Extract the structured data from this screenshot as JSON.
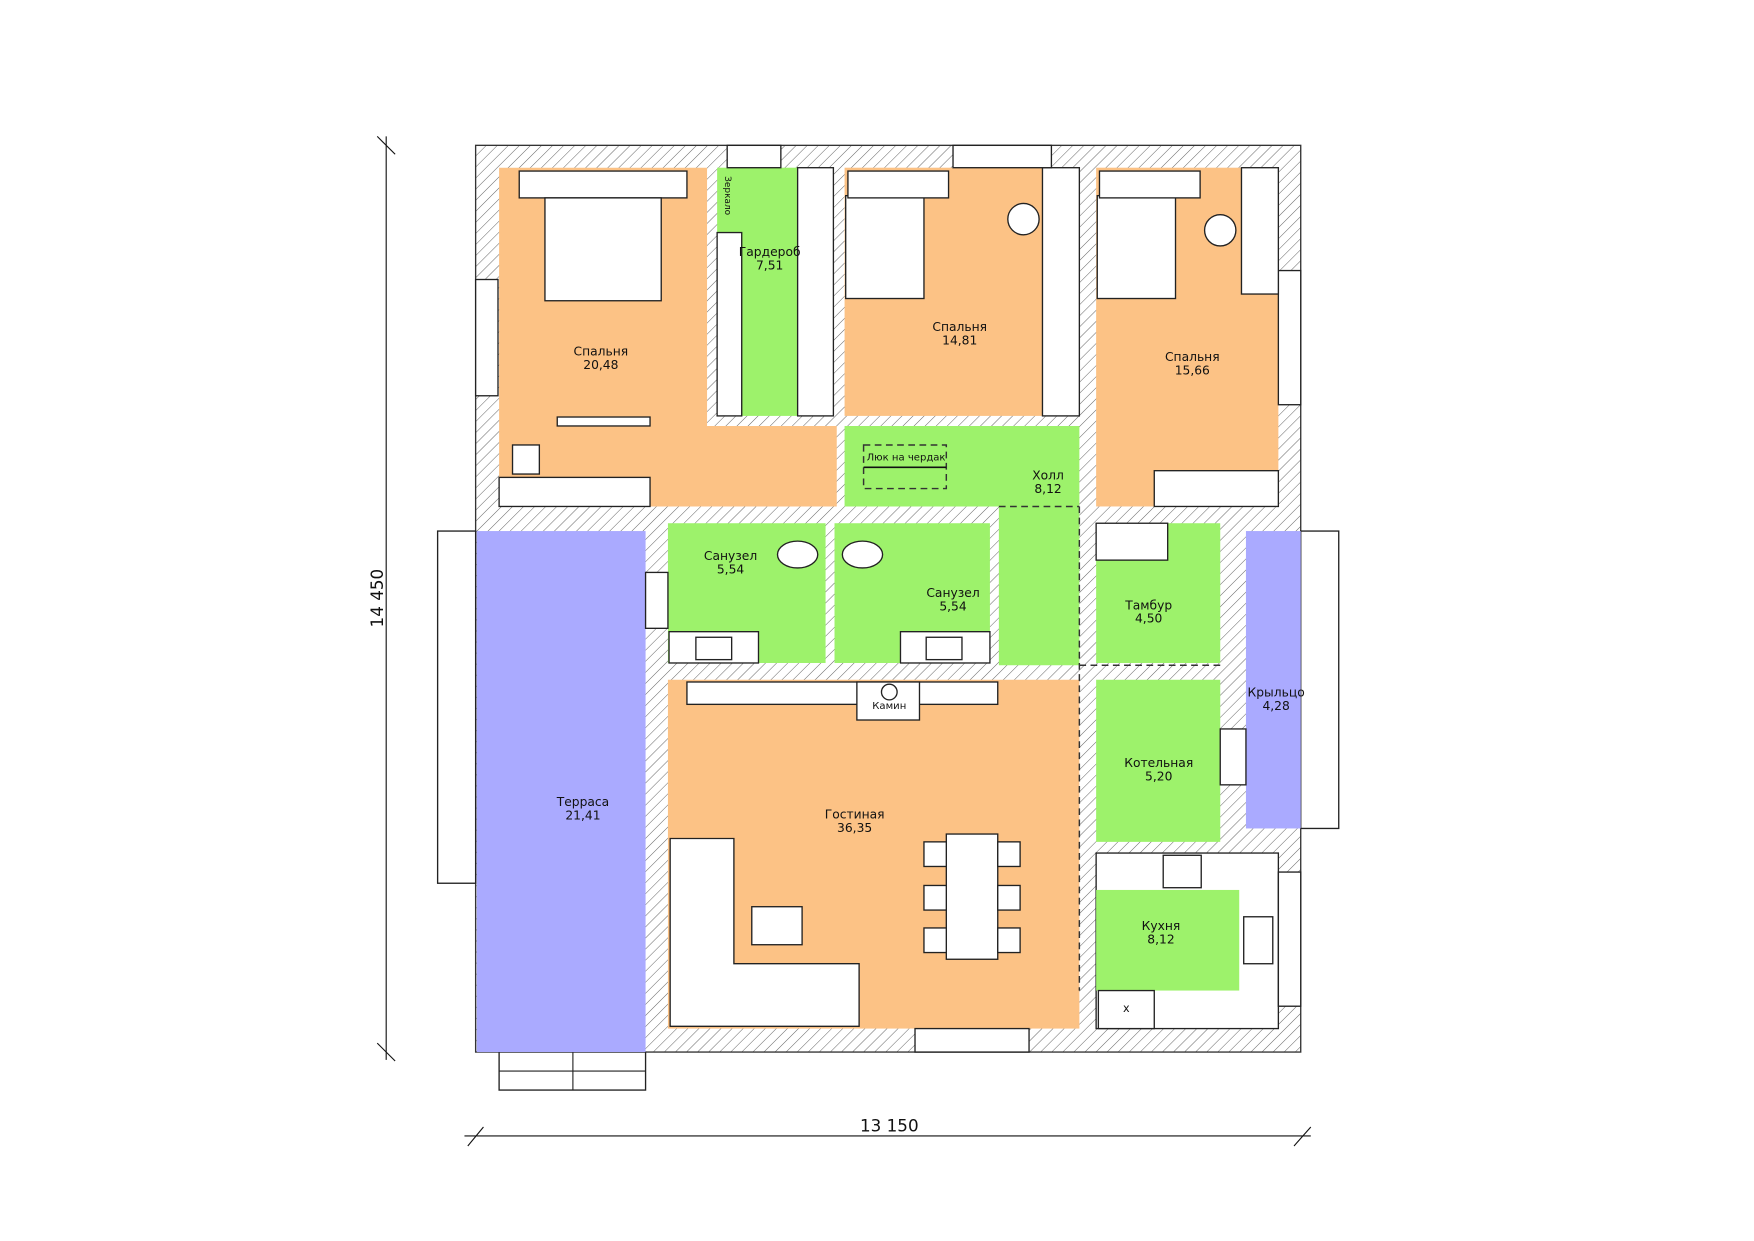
{
  "colors": {
    "living": "#fcc285",
    "service": "#9df26b",
    "outdoor": "#aaaaff",
    "wall_hatch": "#555555"
  },
  "dimensions": {
    "width": "13 150",
    "height": "14 450"
  },
  "rooms": {
    "bedroom_master": {
      "name": "Спальня",
      "area": "20,48"
    },
    "wardrobe": {
      "name": "Гардероб",
      "area": "7,51"
    },
    "bedroom_2": {
      "name": "Спальня",
      "area": "14,81"
    },
    "bedroom_3": {
      "name": "Спальня",
      "area": "15,66"
    },
    "hall": {
      "name": "Холл",
      "area": "8,12"
    },
    "bathroom_1": {
      "name": "Санузел",
      "area": "5,54"
    },
    "bathroom_2": {
      "name": "Санузел",
      "area": "5,54"
    },
    "vestibule": {
      "name": "Тамбур",
      "area": "4,50"
    },
    "porch": {
      "name": "Крыльцо",
      "area": "4,28"
    },
    "boiler_room": {
      "name": "Котельная",
      "area": "5,20"
    },
    "terrace": {
      "name": "Терраса",
      "area": "21,41"
    },
    "living_room": {
      "name": "Гостиная",
      "area": "36,35"
    },
    "kitchen": {
      "name": "Кухня",
      "area": "8,12"
    }
  },
  "annotations": {
    "attic_hatch": "Люк на чердак",
    "fireplace": "Камин",
    "mirror": "Зеркало",
    "fridge_mark": "x"
  }
}
